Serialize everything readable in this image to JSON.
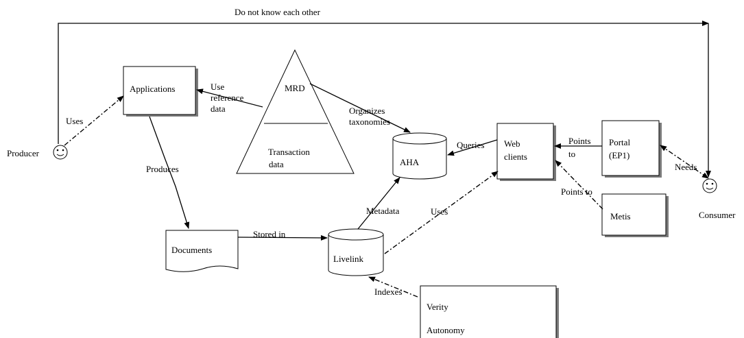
{
  "top_label": "Do not know each other",
  "actors": {
    "producer": "Producer",
    "consumer": "Consumer"
  },
  "boxes": {
    "applications": "Applications",
    "documents": "Documents",
    "web_clients_line1": "Web",
    "web_clients_line2": "clients",
    "portal_line1": "Portal",
    "portal_line2": "(EP1)",
    "metis": "Metis",
    "verity": "Verity",
    "autonomy": "Autonomy"
  },
  "databases": {
    "aha": "AHA",
    "livelink": "Livelink"
  },
  "pyramid": {
    "top": "MRD",
    "bottom_line1": "Transaction",
    "bottom_line2": "data"
  },
  "edge_labels": {
    "uses_producer": "Uses",
    "use_reference_line1": "Use",
    "use_reference_line2": "reference",
    "use_reference_line3": "data",
    "organizes_line1": "Organizes",
    "organizes_line2": "taxonomies",
    "produces": "Produces",
    "stored_in": "Stored in",
    "metadata": "Metadata",
    "uses_livelink": "Uses",
    "queries": "Queries",
    "points_to_portal_line1": "Points",
    "points_to_portal_line2": "to",
    "points_to_metis": "Points to",
    "needs": "Needs",
    "indexes": "Indexes"
  }
}
